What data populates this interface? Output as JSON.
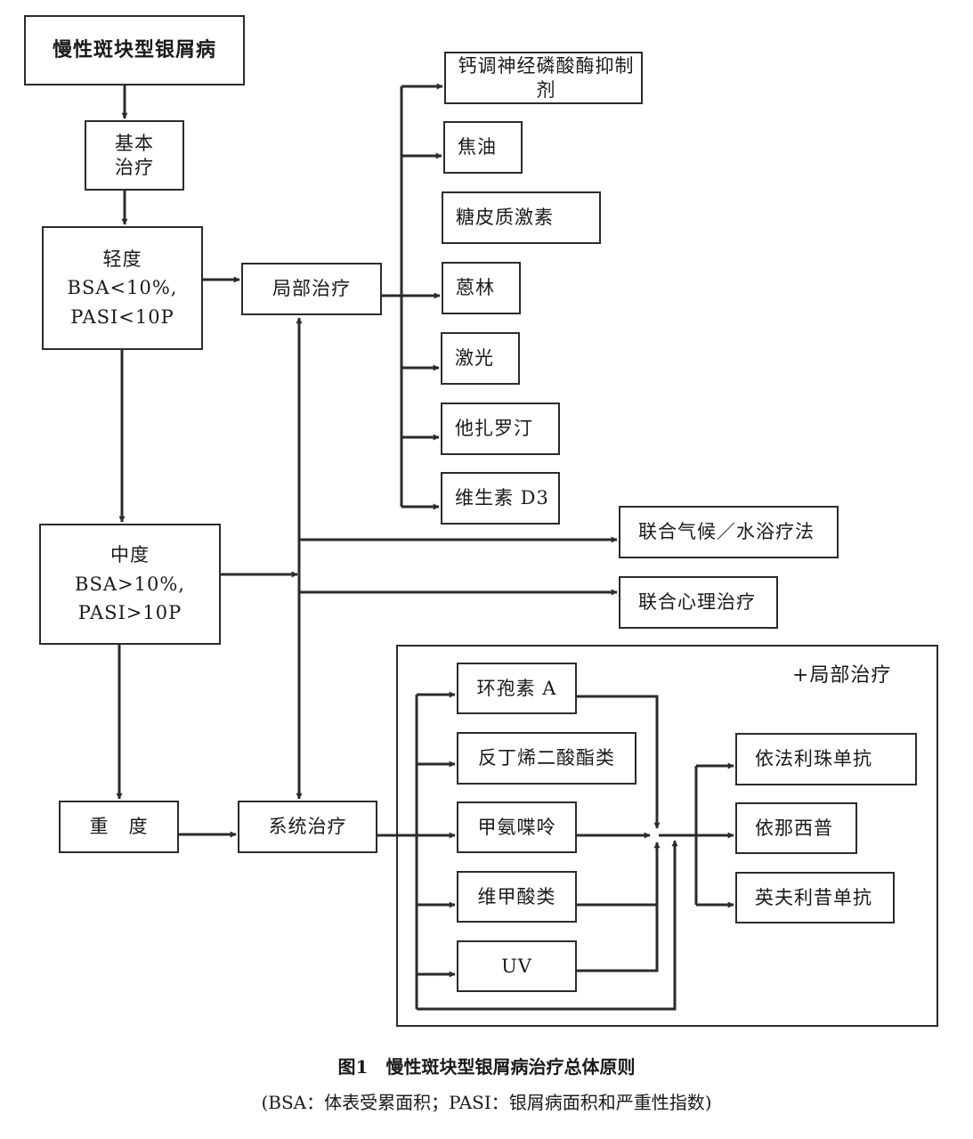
{
  "nodes": {
    "root": "慢性斑块型银屑病",
    "basic": [
      "基本",
      "治疗"
    ],
    "mild": [
      "轻度",
      "BSA<10%,",
      "PASI<10P"
    ],
    "moderate": [
      "中度",
      "BSA>10%,",
      "PASI>10P"
    ],
    "severe": "重　度",
    "local": "局部治疗",
    "systemic": "系统治疗",
    "combo_climate": "联合气候／水浴疗法",
    "combo_psych": "联合心理治疗"
  },
  "local_options": [
    "钙调神经磷酸酶抑制剂",
    "焦油",
    "糖皮质激素",
    "蒽林",
    "激光",
    "他扎罗汀",
    "维生素 D3"
  ],
  "systemic_drugs": [
    "环孢素 A",
    "反丁烯二酸酯类",
    "甲氨喋呤",
    "维甲酸类",
    "UV"
  ],
  "biologics": [
    "依法利珠单抗",
    "依那西普",
    "英夫利昔单抗"
  ],
  "frame_note": "+局部治疗",
  "caption": {
    "title": "图1　慢性斑块型银屑病治疗总体原则",
    "note": "(BSA：体表受累面积；PASI：银屑病面积和严重性指数)"
  }
}
